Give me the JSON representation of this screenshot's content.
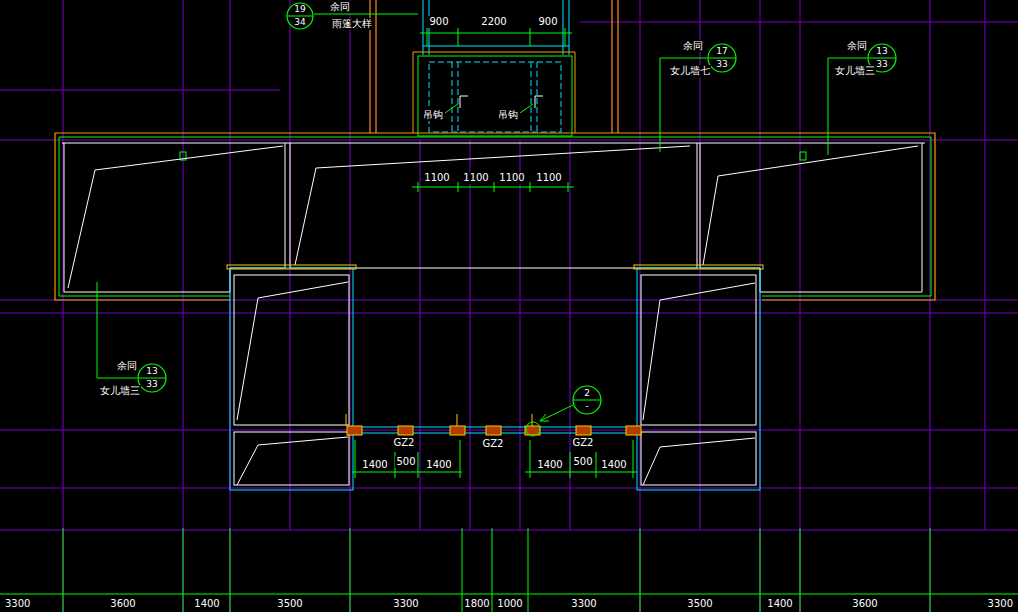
{
  "diagram": {
    "nodes": [
      {
        "text": [
          "19",
          "34"
        ]
      },
      {
        "text": [
          "17",
          "33"
        ]
      },
      {
        "text": [
          "13",
          "33"
        ]
      },
      {
        "text": [
          "13",
          "33"
        ]
      },
      {
        "text": [
          "2",
          "-"
        ]
      }
    ],
    "labels": [
      "余同",
      "雨篷大样",
      "900",
      "2200",
      "900",
      "吊钩",
      "吊钩",
      "余同",
      "女儿墙七",
      "余同",
      "女儿墙三",
      "1100",
      "1100",
      "1100",
      "1100",
      "余同",
      "女儿墙三",
      "GZ2",
      "GZ2",
      "GZ2",
      "1400",
      "500",
      "1400",
      "1400",
      "500",
      "1400",
      "3300",
      "3600",
      "1400",
      "3500",
      "3300",
      "1800",
      "1000",
      "3300",
      "3500",
      "1400",
      "3600",
      "3300"
    ]
  }
}
